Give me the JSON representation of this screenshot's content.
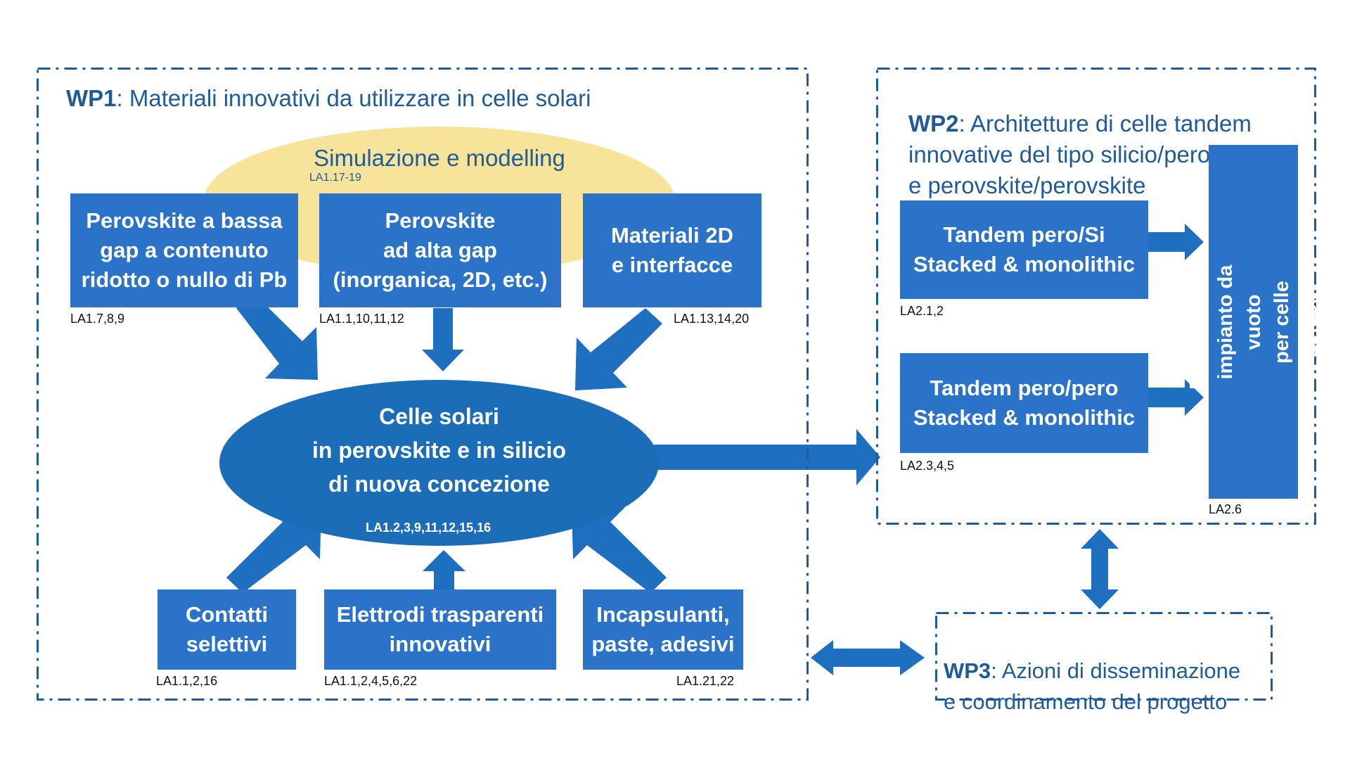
{
  "wp1": {
    "code": "WP1",
    "title": ": Materiali innovativi da utilizzare in celle solari",
    "simulation": {
      "label": "Simulazione e modelling",
      "ref": "LA1.17-19"
    },
    "center": {
      "label": "Celle solari\nin perovskite e in silicio\ndi nuova concezione",
      "ref": "LA1.2,3,9,11,12,15,16"
    },
    "top_boxes": [
      {
        "label": "Perovskite a bassa\ngap a contenuto\nridotto o nullo di Pb",
        "ref": "LA1.7,8,9"
      },
      {
        "label": "Perovskite\nad alta gap\n(inorganica, 2D, etc.)",
        "ref": "LA1.1,10,11,12"
      },
      {
        "label": "Materiali 2D\ne interfacce",
        "ref": "LA1.13,14,20"
      }
    ],
    "bottom_boxes": [
      {
        "label": "Contatti\nselettivi",
        "ref": "LA1.1,2,16"
      },
      {
        "label": "Elettrodi trasparenti\ninnovativi",
        "ref": "LA1.1,2,4,5,6,22"
      },
      {
        "label": "Incapsulanti,\npaste, adesivi",
        "ref": "LA1.21,22"
      }
    ]
  },
  "wp2": {
    "code": "WP2",
    "title": ": Architetture di celle tandem\ninnovative del tipo silicio/perovskite\ne perovskite/perovskite",
    "boxes": [
      {
        "label": "Tandem pero/Si\nStacked & monolithic",
        "ref": "LA2.1,2"
      },
      {
        "label": "Tandem pero/pero\nStacked & monolithic",
        "ref": "LA2.3,4,5"
      }
    ],
    "vertical_box": {
      "label": "Progettazione impianto da vuoto\nper celle tandem",
      "ref": "LA2.6"
    }
  },
  "wp3": {
    "code": "WP3",
    "title": ": Azioni di disseminazione\ne coordinamento del progetto"
  },
  "colors": {
    "box_blue": "#2a73c8",
    "ellipse_blue": "#1c6db8",
    "arrow_blue": "#1f6fc0",
    "title_blue": "#1f5b98",
    "simulation_yellow": "#f8e39a",
    "frame_dash": "#1f5b98"
  }
}
